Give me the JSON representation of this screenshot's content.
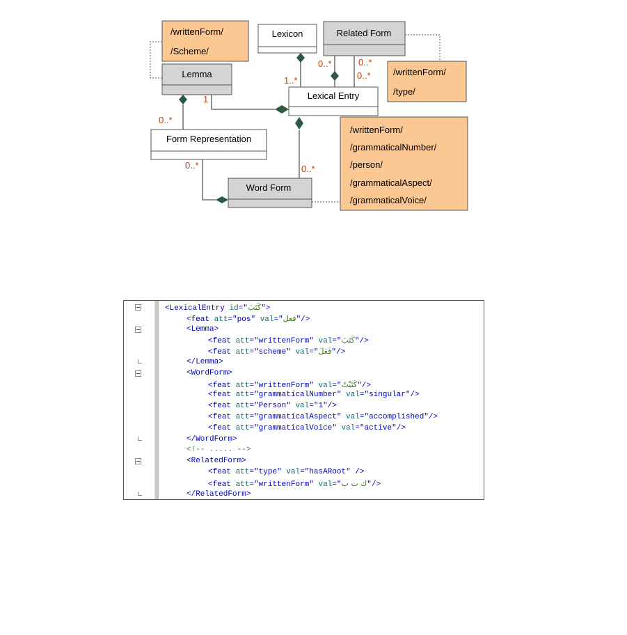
{
  "diagram": {
    "classes": {
      "lexicon": "Lexicon",
      "related_form": "Related Form",
      "lemma": "Lemma",
      "lexical_entry": "Lexical Entry",
      "form_representation": "Form Representation",
      "word_form": "Word Form"
    },
    "notes": {
      "lemma_note": [
        "/writtenForm/",
        "/Scheme/"
      ],
      "related_note": [
        "/writtenForm/",
        "/type/"
      ],
      "wordform_note": [
        "/writtenForm/",
        "/grammaticalNumber/",
        "/person/",
        "/grammaticalAspect/",
        "/grammaticalVoice/"
      ]
    },
    "multiplicities": {
      "lexicon_entry": "1..*",
      "related_left": "0..*",
      "related_right_top": "0..*",
      "related_right_bottom": "0..*",
      "lemma_one": "1",
      "lemma_formrep": "0..*",
      "formrep_wordform": "0..*",
      "entry_wordform": "0..*"
    },
    "colors": {
      "note_fill": "#fbc894",
      "class_header": "#d4d4d4",
      "multiplicity": "#c04000",
      "diamond": "#2f5a42"
    }
  },
  "code": {
    "lines": [
      {
        "indent": 0,
        "fold": "open",
        "parts": [
          {
            "c": "t-punct",
            "t": "<"
          },
          {
            "c": "t-tag",
            "t": "LexicalEntry "
          },
          {
            "c": "t-attr",
            "t": "id"
          },
          {
            "c": "t-punct",
            "t": "=\""
          },
          {
            "c": "t-arabic",
            "t": "كَتَبَ"
          },
          {
            "c": "t-punct",
            "t": "\">"
          }
        ]
      },
      {
        "indent": 1,
        "fold": "",
        "parts": [
          {
            "c": "t-punct",
            "t": "<"
          },
          {
            "c": "t-tag",
            "t": "feat "
          },
          {
            "c": "t-attr",
            "t": "att"
          },
          {
            "c": "t-punct",
            "t": "=\""
          },
          {
            "c": "t-val",
            "t": "pos"
          },
          {
            "c": "t-punct",
            "t": "\" "
          },
          {
            "c": "t-attr",
            "t": "val"
          },
          {
            "c": "t-punct",
            "t": "=\""
          },
          {
            "c": "t-arabic",
            "t": "فعل"
          },
          {
            "c": "t-punct",
            "t": "\"/>"
          }
        ]
      },
      {
        "indent": 1,
        "fold": "open",
        "parts": [
          {
            "c": "t-punct",
            "t": "<"
          },
          {
            "c": "t-tag",
            "t": "Lemma"
          },
          {
            "c": "t-punct",
            "t": ">"
          }
        ]
      },
      {
        "indent": 2,
        "fold": "",
        "parts": [
          {
            "c": "t-punct",
            "t": "<"
          },
          {
            "c": "t-tag",
            "t": "feat "
          },
          {
            "c": "t-attr",
            "t": "att"
          },
          {
            "c": "t-punct",
            "t": "=\""
          },
          {
            "c": "t-val",
            "t": "writtenForm"
          },
          {
            "c": "t-punct",
            "t": "\" "
          },
          {
            "c": "t-attr",
            "t": "val"
          },
          {
            "c": "t-punct",
            "t": "=\""
          },
          {
            "c": "t-arabic",
            "t": "كَتَبَ"
          },
          {
            "c": "t-punct",
            "t": "\"/>"
          }
        ]
      },
      {
        "indent": 2,
        "fold": "",
        "parts": [
          {
            "c": "t-punct",
            "t": "<"
          },
          {
            "c": "t-tag",
            "t": "feat "
          },
          {
            "c": "t-attr",
            "t": "att"
          },
          {
            "c": "t-punct",
            "t": "=\""
          },
          {
            "c": "t-val",
            "t": "scheme"
          },
          {
            "c": "t-punct",
            "t": "\" "
          },
          {
            "c": "t-attr",
            "t": "val"
          },
          {
            "c": "t-punct",
            "t": "=\""
          },
          {
            "c": "t-arabic",
            "t": "فَعَلَ"
          },
          {
            "c": "t-punct",
            "t": "\"/>"
          }
        ]
      },
      {
        "indent": 1,
        "fold": "end",
        "parts": [
          {
            "c": "t-punct",
            "t": "</"
          },
          {
            "c": "t-tag",
            "t": "Lemma"
          },
          {
            "c": "t-punct",
            "t": ">"
          }
        ]
      },
      {
        "indent": 1,
        "fold": "open",
        "parts": [
          {
            "c": "t-punct",
            "t": "<"
          },
          {
            "c": "t-tag",
            "t": "WordForm"
          },
          {
            "c": "t-punct",
            "t": ">"
          }
        ]
      },
      {
        "indent": 2,
        "fold": "",
        "parts": [
          {
            "c": "t-punct",
            "t": "<"
          },
          {
            "c": "t-tag",
            "t": "feat "
          },
          {
            "c": "t-attr",
            "t": "att"
          },
          {
            "c": "t-punct",
            "t": "=\""
          },
          {
            "c": "t-val",
            "t": "writtenForm"
          },
          {
            "c": "t-punct",
            "t": "\" "
          },
          {
            "c": "t-attr",
            "t": "val"
          },
          {
            "c": "t-punct",
            "t": "=\""
          },
          {
            "c": "t-arabic",
            "t": "كَتَبْتُ"
          },
          {
            "c": "t-punct",
            "t": "\"/>"
          }
        ]
      },
      {
        "indent": 2,
        "fold": "",
        "parts": [
          {
            "c": "t-punct",
            "t": "<"
          },
          {
            "c": "t-tag",
            "t": "feat "
          },
          {
            "c": "t-attr",
            "t": "att"
          },
          {
            "c": "t-punct",
            "t": "=\""
          },
          {
            "c": "t-val",
            "t": "grammaticalNumber"
          },
          {
            "c": "t-punct",
            "t": "\" "
          },
          {
            "c": "t-attr",
            "t": "val"
          },
          {
            "c": "t-punct",
            "t": "=\""
          },
          {
            "c": "t-val",
            "t": "singular"
          },
          {
            "c": "t-punct",
            "t": "\"/>"
          }
        ]
      },
      {
        "indent": 2,
        "fold": "",
        "parts": [
          {
            "c": "t-punct",
            "t": "<"
          },
          {
            "c": "t-tag",
            "t": "feat "
          },
          {
            "c": "t-attr",
            "t": "att"
          },
          {
            "c": "t-punct",
            "t": "=\""
          },
          {
            "c": "t-val",
            "t": "Person"
          },
          {
            "c": "t-punct",
            "t": "\" "
          },
          {
            "c": "t-attr",
            "t": "val"
          },
          {
            "c": "t-punct",
            "t": "=\""
          },
          {
            "c": "t-val",
            "t": "1"
          },
          {
            "c": "t-punct",
            "t": "\"/>"
          }
        ]
      },
      {
        "indent": 2,
        "fold": "",
        "parts": [
          {
            "c": "t-punct",
            "t": "<"
          },
          {
            "c": "t-tag",
            "t": "feat "
          },
          {
            "c": "t-attr",
            "t": "att"
          },
          {
            "c": "t-punct",
            "t": "=\""
          },
          {
            "c": "t-val",
            "t": "grammaticalAspect"
          },
          {
            "c": "t-punct",
            "t": "\" "
          },
          {
            "c": "t-attr",
            "t": "val"
          },
          {
            "c": "t-punct",
            "t": "=\""
          },
          {
            "c": "t-val",
            "t": "accomplished"
          },
          {
            "c": "t-punct",
            "t": "\"/>"
          }
        ]
      },
      {
        "indent": 2,
        "fold": "",
        "parts": [
          {
            "c": "t-punct",
            "t": "<"
          },
          {
            "c": "t-tag",
            "t": "feat "
          },
          {
            "c": "t-attr",
            "t": "att"
          },
          {
            "c": "t-punct",
            "t": "=\""
          },
          {
            "c": "t-val",
            "t": "grammaticalVoice"
          },
          {
            "c": "t-punct",
            "t": "\" "
          },
          {
            "c": "t-attr",
            "t": "val"
          },
          {
            "c": "t-punct",
            "t": "=\""
          },
          {
            "c": "t-val",
            "t": "active"
          },
          {
            "c": "t-punct",
            "t": "\"/>"
          }
        ]
      },
      {
        "indent": 1,
        "fold": "end",
        "parts": [
          {
            "c": "t-punct",
            "t": "</"
          },
          {
            "c": "t-tag",
            "t": "WordForm"
          },
          {
            "c": "t-punct",
            "t": ">"
          }
        ]
      },
      {
        "indent": 1,
        "fold": "",
        "parts": [
          {
            "c": "t-comment",
            "t": "<!-- ..... -->"
          }
        ]
      },
      {
        "indent": 1,
        "fold": "open",
        "parts": [
          {
            "c": "t-punct",
            "t": "<"
          },
          {
            "c": "t-tag",
            "t": "RelatedForm"
          },
          {
            "c": "t-punct",
            "t": ">"
          }
        ]
      },
      {
        "indent": 2,
        "fold": "",
        "parts": [
          {
            "c": "t-punct",
            "t": "<"
          },
          {
            "c": "t-tag",
            "t": "feat "
          },
          {
            "c": "t-attr",
            "t": "att"
          },
          {
            "c": "t-punct",
            "t": "=\""
          },
          {
            "c": "t-val",
            "t": "type"
          },
          {
            "c": "t-punct",
            "t": "\" "
          },
          {
            "c": "t-attr",
            "t": "val"
          },
          {
            "c": "t-punct",
            "t": "=\""
          },
          {
            "c": "t-val",
            "t": "hasARoot"
          },
          {
            "c": "t-punct",
            "t": "\" />"
          }
        ]
      },
      {
        "indent": 2,
        "fold": "",
        "parts": [
          {
            "c": "t-punct",
            "t": "<"
          },
          {
            "c": "t-tag",
            "t": "feat "
          },
          {
            "c": "t-attr",
            "t": "att"
          },
          {
            "c": "t-punct",
            "t": "=\""
          },
          {
            "c": "t-val",
            "t": "writtenForm"
          },
          {
            "c": "t-punct",
            "t": "\" "
          },
          {
            "c": "t-attr",
            "t": "val"
          },
          {
            "c": "t-punct",
            "t": "=\""
          },
          {
            "c": "t-arabic",
            "t": "ك ت ب"
          },
          {
            "c": "t-punct",
            "t": "\"/>"
          }
        ]
      },
      {
        "indent": 1,
        "fold": "end",
        "parts": [
          {
            "c": "t-punct",
            "t": "</"
          },
          {
            "c": "t-tag",
            "t": "RelatedForm"
          },
          {
            "c": "t-punct",
            "t": ">"
          }
        ]
      }
    ]
  }
}
